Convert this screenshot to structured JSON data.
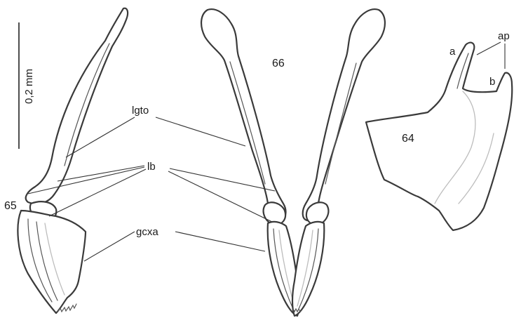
{
  "figures": {
    "fig64": "64",
    "fig65": "65",
    "fig66": "66"
  },
  "scale_bar": {
    "label": "0,2 mm"
  },
  "labels": {
    "lgto": "lgto",
    "lb": "lb",
    "gcxa": "gcxa",
    "ap": "ap",
    "a": "a",
    "b": "b"
  }
}
